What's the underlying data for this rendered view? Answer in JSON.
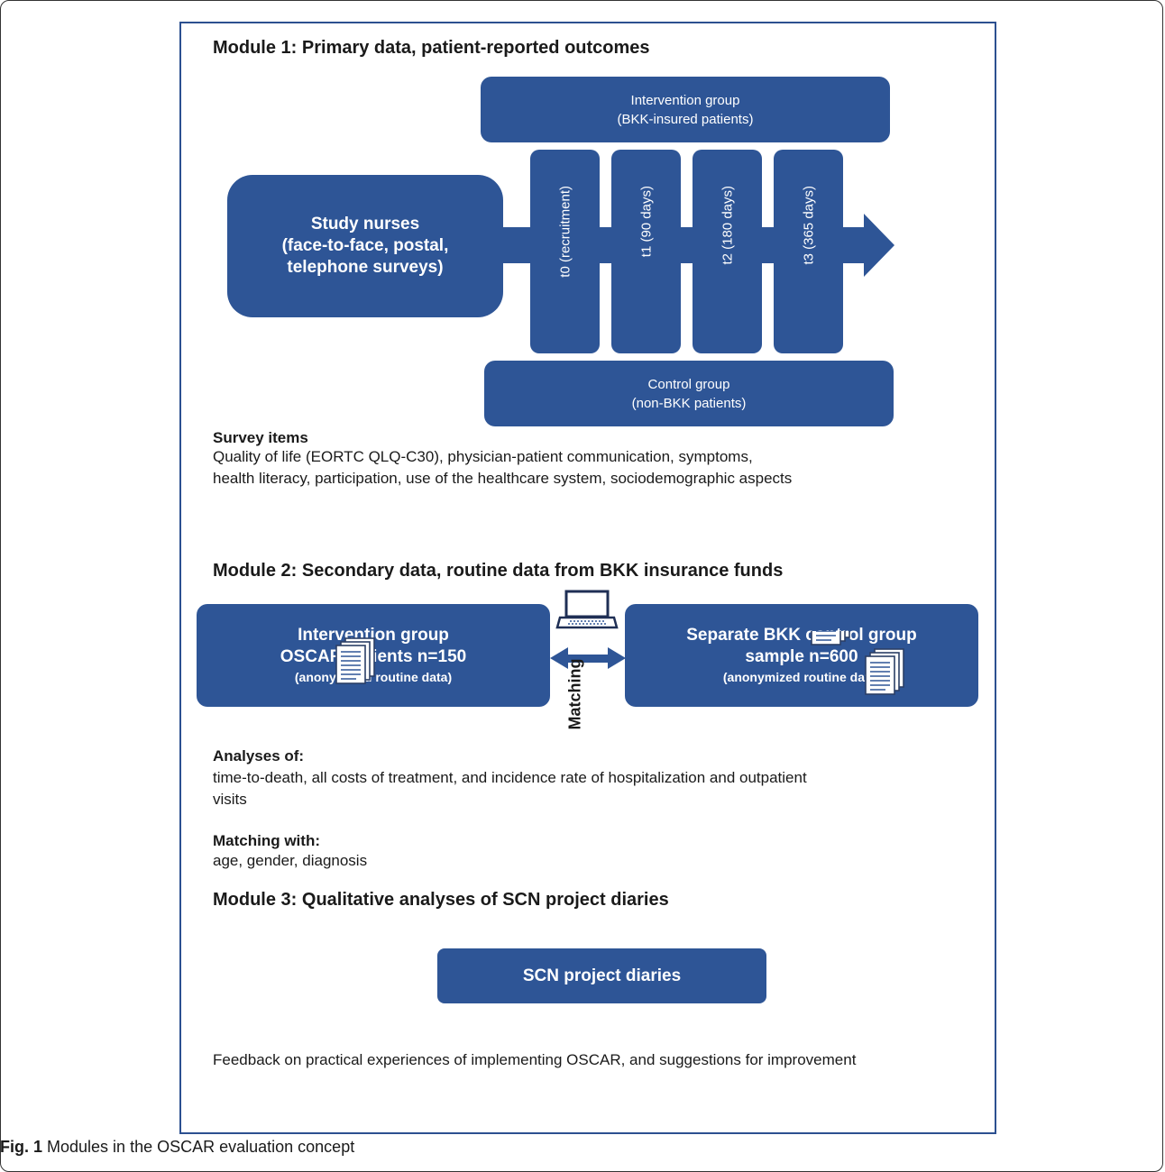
{
  "module1": {
    "title": "Module 1: Primary data, patient-reported outcomes",
    "intervention_group": {
      "line1": "Intervention group",
      "line2": "(BKK-insured patients)"
    },
    "study_nurses": {
      "line1": "Study nurses",
      "line2": "(face-to-face, postal,",
      "line3": "telephone surveys)"
    },
    "timepoints": [
      "t0 (recruitment)",
      "t1 (90 days)",
      "t2 (180 days)",
      "t3 (365 days)"
    ],
    "control_group": {
      "line1": "Control group",
      "line2": "(non-BKK patients)"
    },
    "survey_heading": "Survey items",
    "survey_line1": "Quality of life (EORTC QLQ-C30), physician-patient communication, symptoms,",
    "survey_line2": "health literacy, participation, use of the healthcare system, sociodemographic aspects"
  },
  "module2": {
    "title": "Module 2: Secondary data, routine data from BKK insurance funds",
    "intervention_box": {
      "line1": "Intervention group",
      "line2": "OSCAR patients n=150",
      "line3": "(anonymized routine data)"
    },
    "control_box": {
      "line1": "Separate BKK control group",
      "line2": "sample n=600",
      "line3": "(anonymized routine data)"
    },
    "matching_label": "Matching",
    "analyses_heading": "Analyses of:",
    "analyses_line1": "time-to-death, all costs of treatment, and incidence rate of hospitalization and outpatient",
    "analyses_line2": "visits",
    "matching_heading": "Matching with:",
    "matching_text": "age, gender, diagnosis"
  },
  "module3": {
    "title": "Module 3: Qualitative analyses of SCN project diaries",
    "diaries_box": "SCN project diaries",
    "feedback_text": "Feedback on practical experiences of implementing OSCAR, and suggestions for improvement"
  },
  "caption": {
    "label": "Fig. 1",
    "text": " Modules in the OSCAR evaluation concept"
  },
  "colors": {
    "box_fill": "#2e5596",
    "frame": "#2c5090"
  },
  "icons": [
    "computer-icon",
    "document-stack-icon"
  ]
}
